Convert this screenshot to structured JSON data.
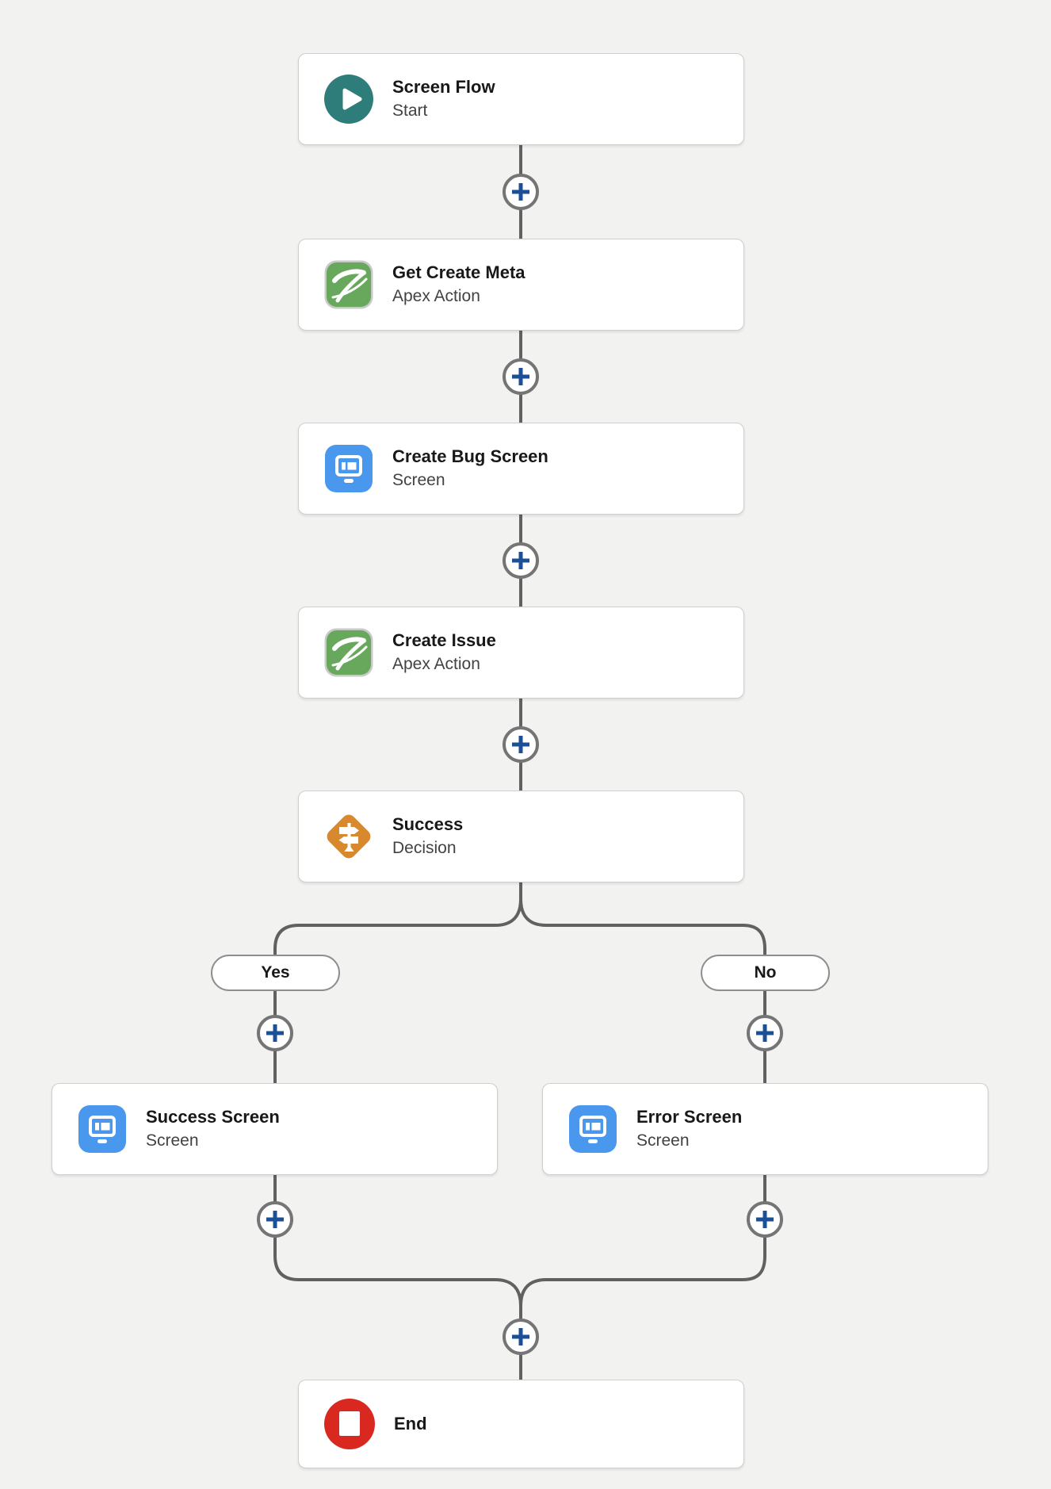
{
  "flow": {
    "nodes": [
      {
        "title": "Screen Flow",
        "type_label": "Start",
        "icon": "start-play-icon",
        "accent": "#2e7d7b"
      },
      {
        "title": "Get Create Meta",
        "type_label": "Apex Action",
        "icon": "apex-action-icon",
        "accent": "#67a85c"
      },
      {
        "title": "Create Bug Screen",
        "type_label": "Screen",
        "icon": "screen-icon",
        "accent": "#4a98ee"
      },
      {
        "title": "Create Issue",
        "type_label": "Apex Action",
        "icon": "apex-action-icon",
        "accent": "#67a85c"
      },
      {
        "title": "Success",
        "type_label": "Decision",
        "icon": "decision-signpost-icon",
        "accent": "#d8892d"
      },
      {
        "title": "Success Screen",
        "type_label": "Screen",
        "icon": "screen-icon",
        "accent": "#4a98ee"
      },
      {
        "title": "Error Screen",
        "type_label": "Screen",
        "icon": "screen-icon",
        "accent": "#4a98ee"
      },
      {
        "title": "End",
        "type_label": "",
        "icon": "end-icon",
        "accent": "#d9281f"
      }
    ],
    "branch_labels": {
      "yes": "Yes",
      "no": "No"
    }
  },
  "colors": {
    "canvas_bg": "#f2f2f1",
    "card_bg": "#ffffff",
    "card_border": "#d0cfce",
    "connector_line": "#616161",
    "plus_icon": "#1b5096",
    "plus_ring": "#757575",
    "pill_border": "#8e8e8e",
    "title_text": "#181818",
    "subtitle_text": "#424242",
    "start_teal": "#2e7d7b",
    "apex_green": "#67a85c",
    "screen_blue": "#4a98ee",
    "decision_orange": "#d8892d",
    "end_red": "#d9281f",
    "icon_ring": "#c9c9c9"
  }
}
